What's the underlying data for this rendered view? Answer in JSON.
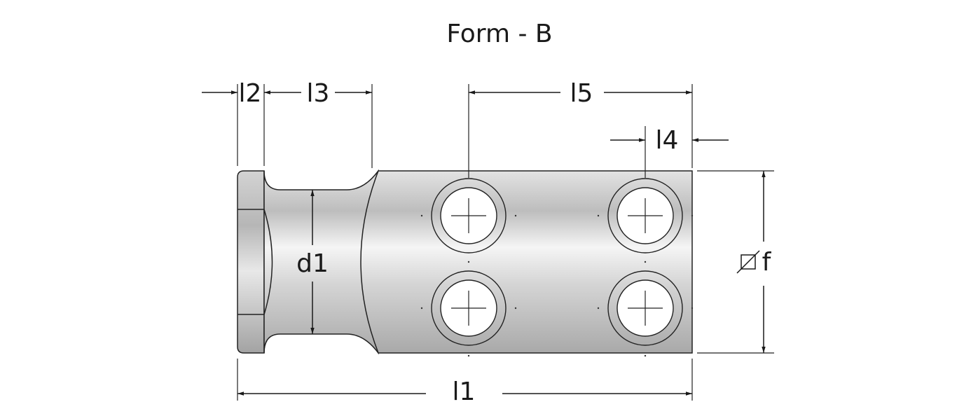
{
  "title": "Form - B",
  "dimensions": {
    "l1": "l1",
    "l2": "l2",
    "l3": "l3",
    "l4": "l4",
    "l5": "l5",
    "d1": "d1",
    "f": "f"
  },
  "symbols": {
    "square": "square-symbol-icon"
  }
}
